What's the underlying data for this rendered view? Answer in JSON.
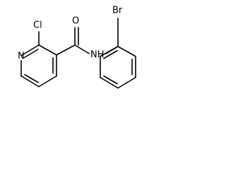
{
  "molecule": {
    "atoms": {
      "br": "Br",
      "cl": "Cl",
      "n_ring": "N",
      "nh": "NH",
      "o": "O"
    }
  }
}
